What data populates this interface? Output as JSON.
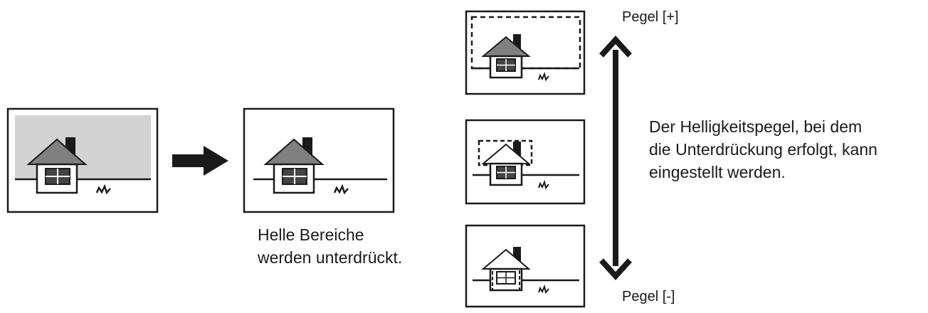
{
  "captions": {
    "suppressed": [
      "Helle Bereiche",
      "werden unterdrückt."
    ],
    "adjustable": [
      "Der Helligkeitspegel, bei dem",
      "die Unterdrückung erfolgt, kann",
      "eingestellt werden."
    ]
  },
  "levels": {
    "plus": "Pegel [+]",
    "minus": "Pegel [-]"
  },
  "colors": {
    "line": "#1a1a1a",
    "background_fill": "#d3d3d3",
    "roof": "#808080",
    "window": "#444444",
    "panel": "#ffffff"
  }
}
